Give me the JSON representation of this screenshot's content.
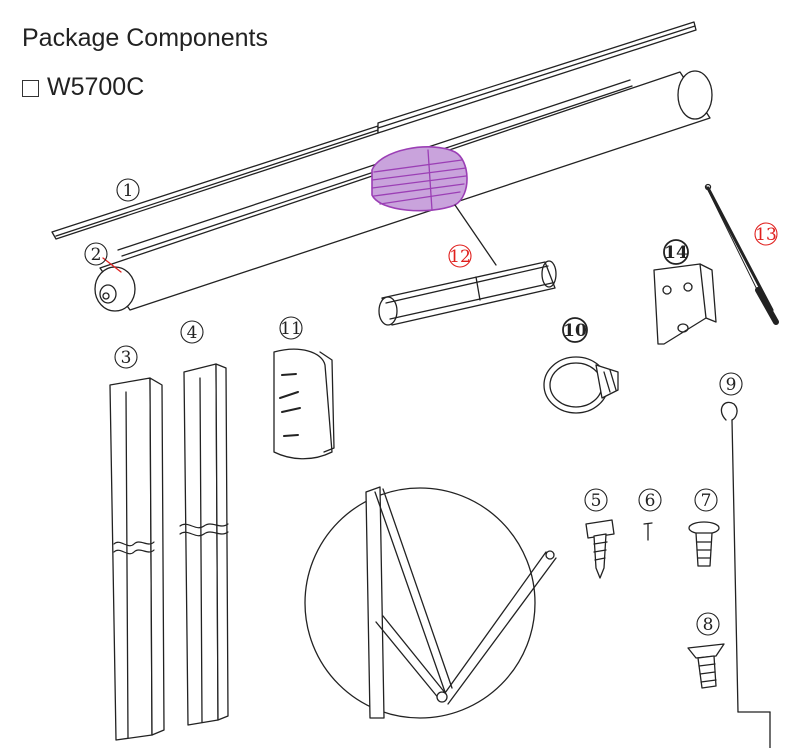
{
  "page": {
    "title": "Package Components",
    "model": "W5700C"
  },
  "colors": {
    "line": "#222222",
    "highlight": "#9b3fb5",
    "callout_red": "#e0201e"
  },
  "callouts": [
    {
      "id": "1",
      "label": "1"
    },
    {
      "id": "2",
      "label": "2"
    },
    {
      "id": "3",
      "label": "3"
    },
    {
      "id": "4",
      "label": "4"
    },
    {
      "id": "5",
      "label": "5"
    },
    {
      "id": "6",
      "label": "6"
    },
    {
      "id": "7",
      "label": "7"
    },
    {
      "id": "8",
      "label": "8"
    },
    {
      "id": "9",
      "label": "9"
    },
    {
      "id": "10",
      "label": "10"
    },
    {
      "id": "11",
      "label": "11"
    },
    {
      "id": "12",
      "label": "12"
    },
    {
      "id": "13",
      "label": "13"
    },
    {
      "id": "14",
      "label": "14"
    }
  ]
}
